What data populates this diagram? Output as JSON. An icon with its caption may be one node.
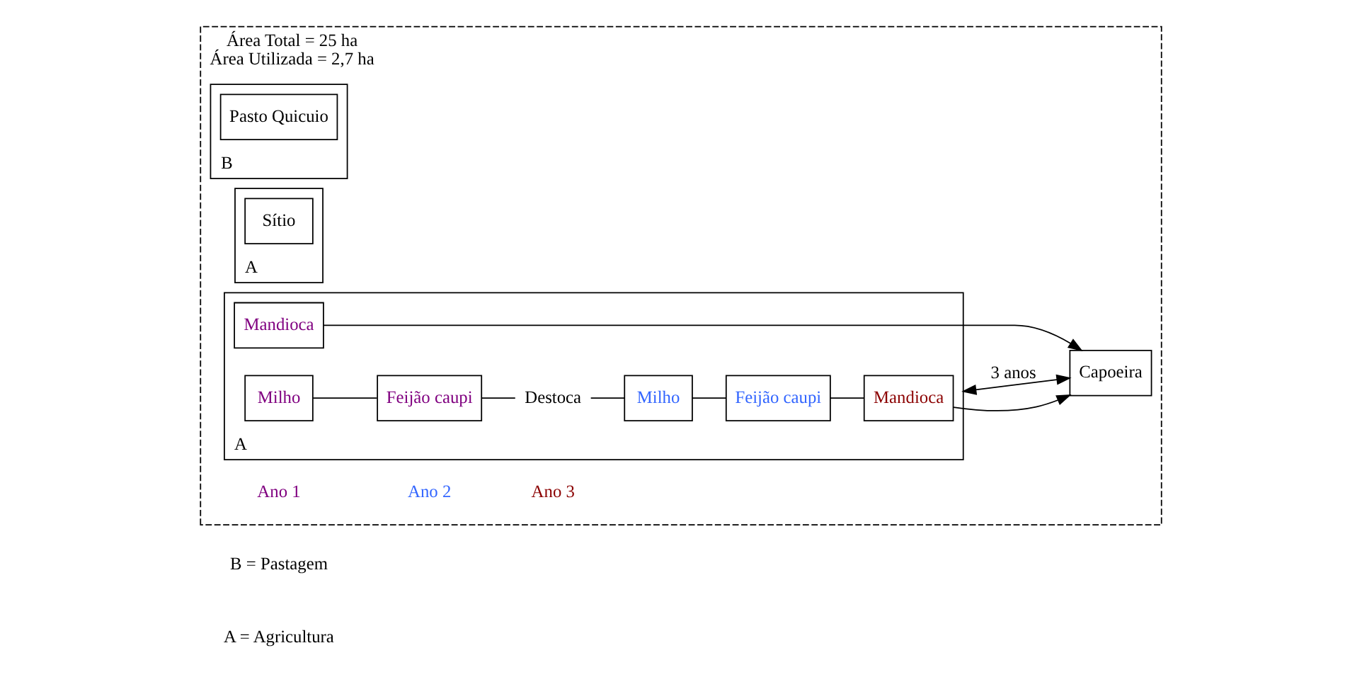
{
  "diagram": {
    "nodes": [
      {
        "text": [
          "Área Total = 25 ha",
          "Área Utilizada = 2,7 ha"
        ]
      },
      {
        "text": [
          "A"
        ],
        "in": 0
      },
      {
        "text": [
          "Milho"
        ],
        "in": 1
      },
      {
        "text": [
          "Feijão caupi"
        ],
        "in": 1
      },
      {
        "text": [
          "Destoca"
        ],
        "in": 1
      },
      {
        "text": [
          "Milho"
        ],
        "in": 1
      },
      {
        "text": [
          "Feijão caupi"
        ],
        "in": 1
      },
      {
        "text": [
          "Mandioca"
        ],
        "in": 1
      },
      {
        "text": [
          "Mandioca"
        ],
        "in": 1
      },
      {
        "text": [
          "Capoeira"
        ],
        "in": 0
      },
      {
        "text": [
          "A"
        ],
        "in": 0
      },
      {
        "text": [
          "Sítio"
        ],
        "in": 10
      },
      {
        "text": [
          "B"
        ],
        "in": 0
      },
      {
        "text": [
          "Pasto Quicuio"
        ],
        "in": 12
      }
    ],
    "edges": [
      {
        "from": 2,
        "to": 3,
        "arrow": "none"
      },
      {
        "from": 3,
        "to": 4,
        "arrow": "none"
      },
      {
        "from": 4,
        "to": 5,
        "arrow": "none"
      },
      {
        "from": 5,
        "to": 6,
        "arrow": "none"
      },
      {
        "from": 6,
        "to": 7,
        "arrow": "none"
      },
      {
        "from": 7,
        "to": 9,
        "arrow": "to"
      },
      {
        "from": 8,
        "to": 9,
        "arrow": "to"
      },
      {
        "from": 9,
        "to": 1,
        "arrow": "both",
        "label": "3 anos"
      }
    ],
    "labels": [
      "Ano 1",
      "Ano 2",
      "Ano 3",
      "A = Agricultura",
      "B = Pastagem"
    ]
  }
}
